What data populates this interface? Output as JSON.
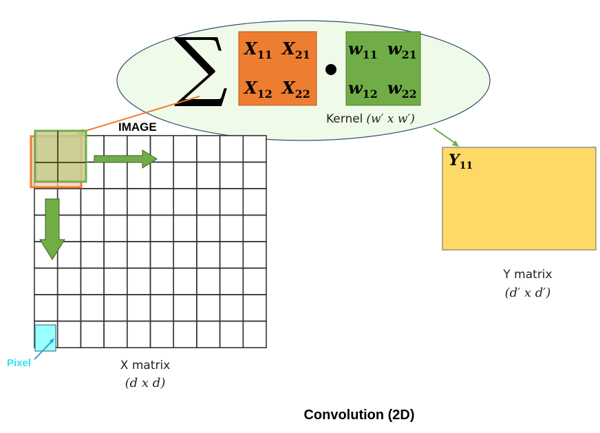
{
  "title": "Convolution (2D)",
  "image_label": "IMAGE",
  "sum_symbol": "∑",
  "dot_symbol": "•",
  "x_patch": {
    "cells": [
      {
        "base": "X",
        "sub": "11"
      },
      {
        "base": "X",
        "sub": "21"
      },
      {
        "base": "X",
        "sub": "12"
      },
      {
        "base": "X",
        "sub": "22"
      }
    ]
  },
  "kernel": {
    "label": "Kernel",
    "size": "(w′ x w′)",
    "cells": [
      {
        "base": "w",
        "sub": "11"
      },
      {
        "base": "w",
        "sub": "21"
      },
      {
        "base": "w",
        "sub": "12"
      },
      {
        "base": "w",
        "sub": "22"
      }
    ]
  },
  "x_matrix": {
    "label": "X matrix",
    "size": "(d x d)",
    "cols": 10,
    "rows": 8
  },
  "y_matrix": {
    "label": "Y matrix",
    "size": "(d′ x d′)",
    "first_cell": {
      "base": "Y",
      "sub": "11"
    }
  },
  "pixel_label": "Pixel",
  "colors": {
    "orange": "#ED7D31",
    "green": "#70AD47",
    "ellipse_fill": "#F0FAE8",
    "ellipse_stroke": "#2F4F6F",
    "yellow": "#FFD966",
    "cyan": "#99FFFF",
    "cyan_text": "#33E0F0",
    "overlap": "#C5CC8F"
  }
}
